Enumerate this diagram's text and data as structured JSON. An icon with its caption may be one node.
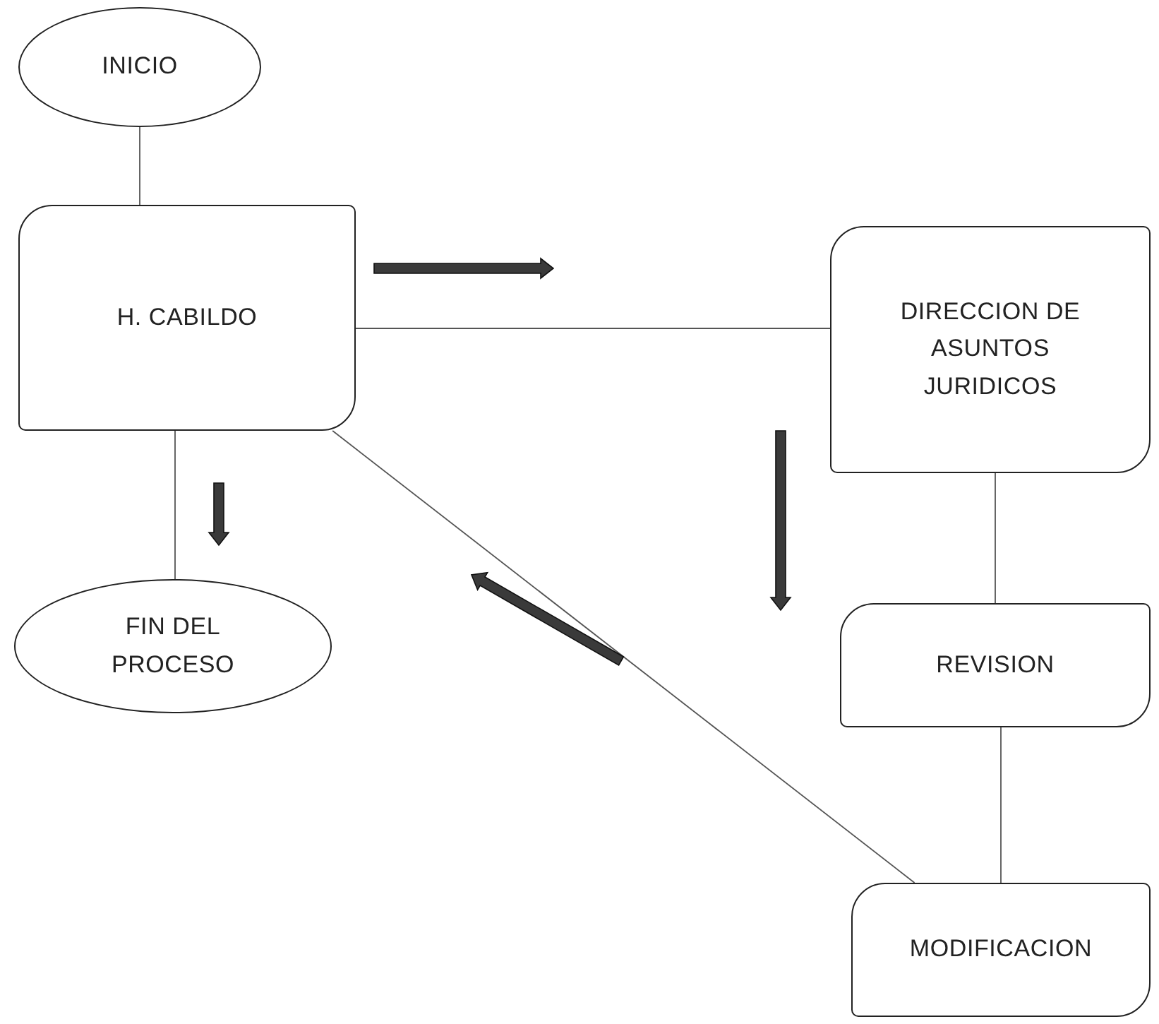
{
  "diagram": {
    "nodes": [
      {
        "text": [
          "INICIO"
        ]
      },
      {
        "text": [
          "H. CABILDO"
        ]
      },
      {
        "text": [
          "DIRECCION DE ASUNTOS JURIDICOS"
        ]
      },
      {
        "text": [
          "FIN DEL PROCESO"
        ]
      },
      {
        "text": [
          "REVISION"
        ]
      },
      {
        "text": [
          "MODIFICACION"
        ]
      }
    ],
    "edges": [
      {
        "from": 0,
        "to": 1,
        "arrow": "none"
      },
      {
        "from": 1,
        "to": 2,
        "arrow": "none"
      },
      {
        "from": 2,
        "to": 4,
        "arrow": "none"
      },
      {
        "from": 4,
        "to": 5,
        "arrow": "none"
      },
      {
        "from": 5,
        "to": 1,
        "arrow": "none"
      },
      {
        "from": 1,
        "to": 3,
        "arrow": "none"
      }
    ]
  }
}
